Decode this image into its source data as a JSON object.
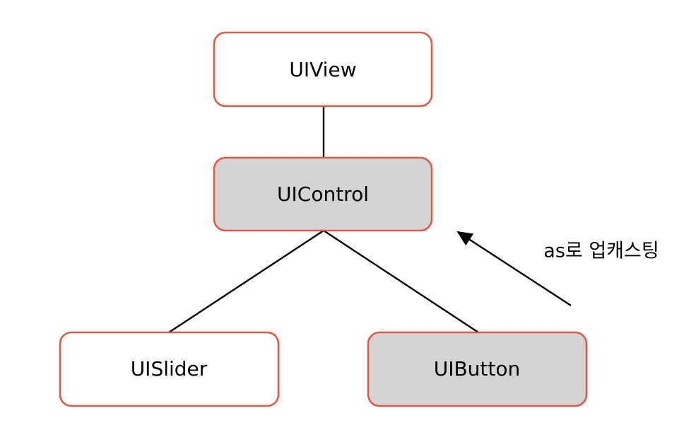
{
  "diagram": {
    "nodes": {
      "uiview": {
        "label": "UIView",
        "fill": "#ffffff"
      },
      "uicontrol": {
        "label": "UIControl",
        "fill": "#d4d4d4"
      },
      "uislider": {
        "label": "UISlider",
        "fill": "#ffffff"
      },
      "uibutton": {
        "label": "UIButton",
        "fill": "#d4d4d4"
      }
    },
    "edges": [
      {
        "from": "UIView",
        "to": "UIControl"
      },
      {
        "from": "UIControl",
        "to": "UISlider"
      },
      {
        "from": "UIControl",
        "to": "UIButton"
      }
    ],
    "annotation": {
      "text": "as로 업캐스팅",
      "arrow_from": "UIButton",
      "arrow_to": "UIControl"
    },
    "colors": {
      "border": "#e05a47",
      "line": "#000000",
      "highlight_fill": "#d4d4d4",
      "plain_fill": "#ffffff"
    }
  }
}
